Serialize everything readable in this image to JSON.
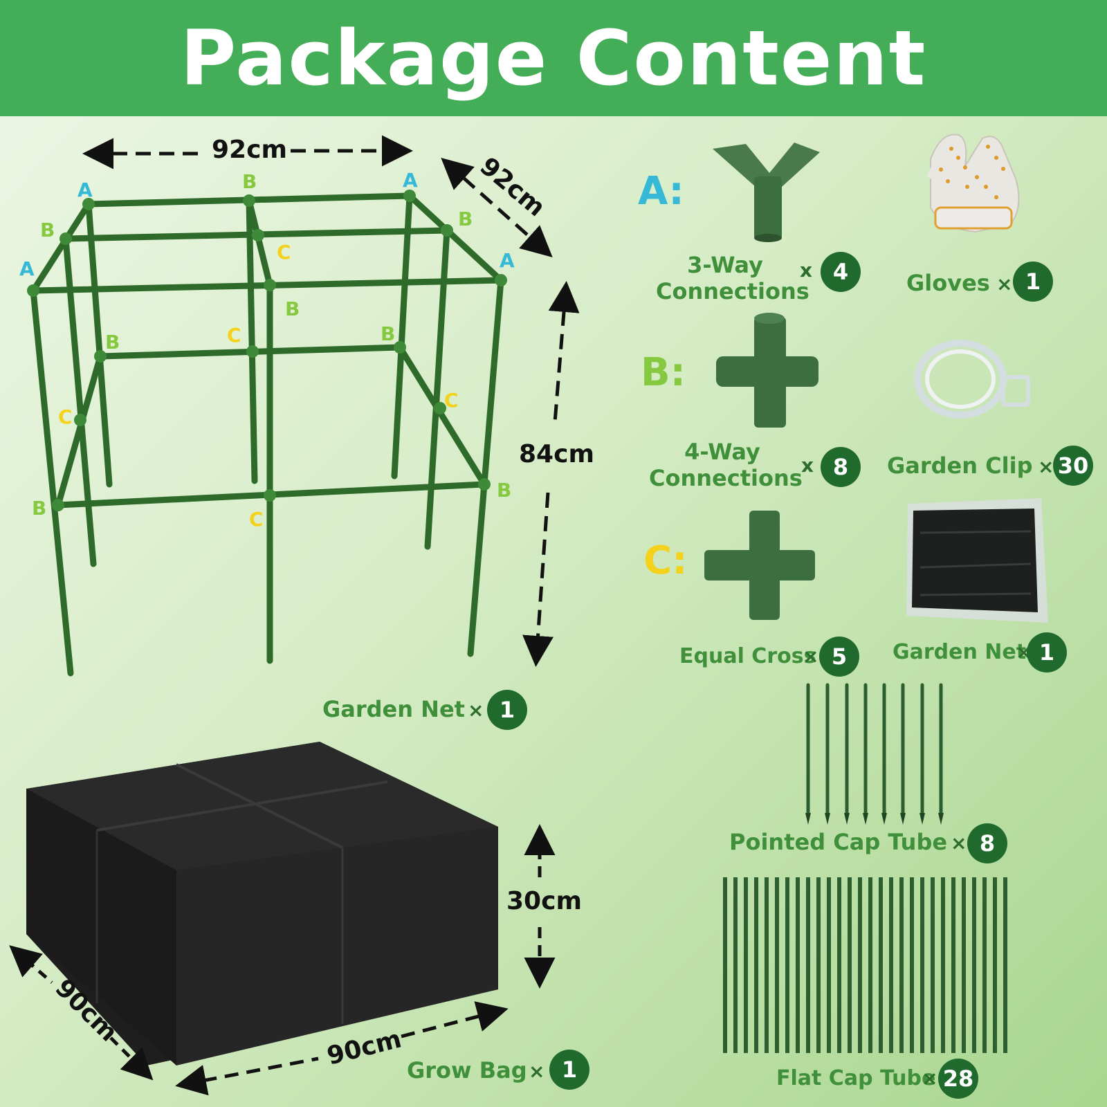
{
  "title": "Package Content",
  "frame": {
    "width_dim": "92cm",
    "depth_dim": "92cm",
    "height_dim": "84cm",
    "connector_letters": {
      "a": "A",
      "b": "B",
      "c": "C"
    },
    "net_label": "Garden Net",
    "net_qty": "1"
  },
  "grow_bag": {
    "width_dim": "90cm",
    "depth_dim": "90cm",
    "height_dim": "30cm",
    "label": "Grow Bag",
    "qty": "1"
  },
  "parts": {
    "a_key": "A:",
    "b_key": "B:",
    "c_key": "C:",
    "three_way": {
      "line1": "3-Way",
      "line2": "Connections",
      "times": "x",
      "qty": "4"
    },
    "four_way": {
      "line1": "4-Way",
      "line2": "Connections",
      "times": "x",
      "qty": "8"
    },
    "equal_cross": {
      "label": "Equal Cross",
      "times": "×",
      "qty": "5"
    },
    "gloves": {
      "label": "Gloves",
      "times": "×",
      "qty": "1"
    },
    "garden_clip": {
      "label": "Garden Clip",
      "times": "×",
      "qty": "30"
    },
    "garden_net": {
      "label": "Garden Net",
      "times": "×",
      "qty": "1"
    },
    "pointed_tube": {
      "label": "Pointed Cap Tube",
      "times": "×",
      "qty": "8"
    },
    "flat_tube": {
      "label": "Flat Cap Tube",
      "times": "×",
      "qty": "28"
    }
  },
  "colors": {
    "header": "#43ad58",
    "frame_green": "#2e6b2b",
    "badge": "#1f6a2c",
    "letter_a": "#36b9d6",
    "letter_b": "#86c941",
    "letter_c": "#f4d21b"
  }
}
